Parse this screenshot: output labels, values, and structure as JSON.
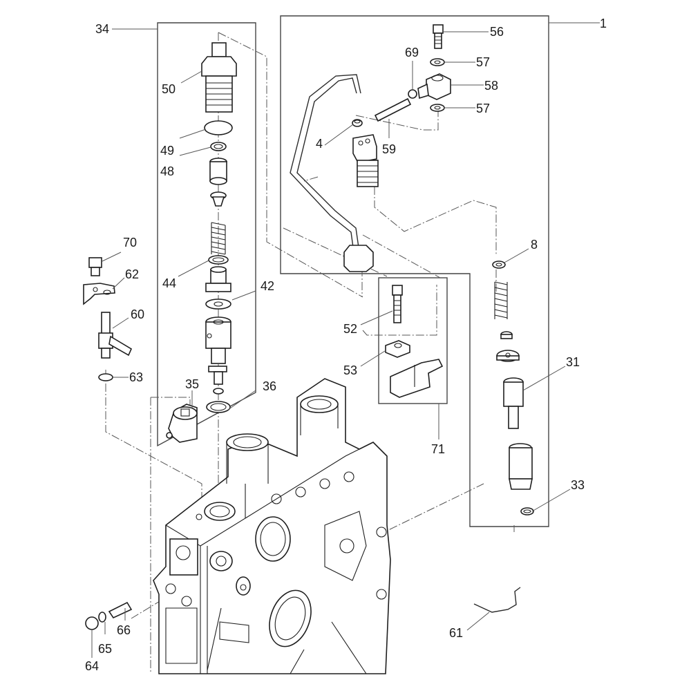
{
  "diagram": {
    "type": "exploded-parts-diagram",
    "subject": "fuel injector / injection pump assembly on engine cover",
    "callouts": [
      {
        "id": "c1",
        "label": "1"
      },
      {
        "id": "c4",
        "label": "4"
      },
      {
        "id": "c8",
        "label": "8"
      },
      {
        "id": "c31",
        "label": "31"
      },
      {
        "id": "c33",
        "label": "33"
      },
      {
        "id": "c34",
        "label": "34"
      },
      {
        "id": "c35",
        "label": "35"
      },
      {
        "id": "c36",
        "label": "36"
      },
      {
        "id": "c42",
        "label": "42"
      },
      {
        "id": "c44",
        "label": "44"
      },
      {
        "id": "c48",
        "label": "48"
      },
      {
        "id": "c49",
        "label": "49"
      },
      {
        "id": "c50",
        "label": "50"
      },
      {
        "id": "c52",
        "label": "52"
      },
      {
        "id": "c53",
        "label": "53"
      },
      {
        "id": "c56",
        "label": "56"
      },
      {
        "id": "c57a",
        "label": "57"
      },
      {
        "id": "c57b",
        "label": "57"
      },
      {
        "id": "c58",
        "label": "58"
      },
      {
        "id": "c59",
        "label": "59"
      },
      {
        "id": "c60",
        "label": "60"
      },
      {
        "id": "c61",
        "label": "61"
      },
      {
        "id": "c62",
        "label": "62"
      },
      {
        "id": "c63",
        "label": "63"
      },
      {
        "id": "c64",
        "label": "64"
      },
      {
        "id": "c65",
        "label": "65"
      },
      {
        "id": "c66",
        "label": "66"
      },
      {
        "id": "c69",
        "label": "69"
      },
      {
        "id": "c70",
        "label": "70"
      },
      {
        "id": "c71",
        "label": "71"
      }
    ]
  },
  "colors": {
    "background": "#ffffff",
    "line": "#1e1e1e",
    "leader": "#555555"
  }
}
